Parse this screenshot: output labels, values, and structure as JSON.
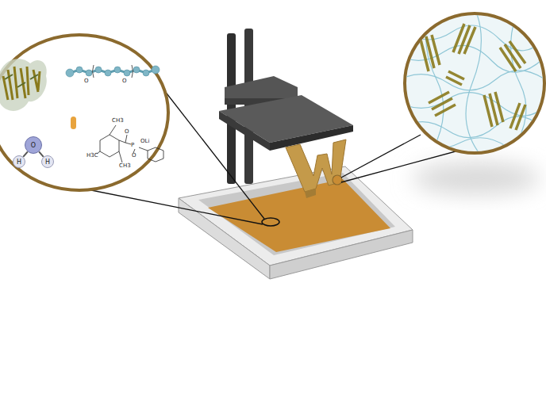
{
  "diagram": {
    "nodes": [
      {
        "text": [
          "O"
        ]
      },
      {
        "text": [
          "H"
        ]
      },
      {
        "text": [
          "H"
        ]
      }
    ],
    "edges": [
      {
        "from": 0,
        "to": 1,
        "arrow": "none"
      },
      {
        "from": 0,
        "to": 2,
        "arrow": "none"
      }
    ],
    "labels": [
      "O",
      "O",
      "CH3",
      "O",
      "P",
      "OLi",
      "H3C",
      "CH3",
      "O"
    ]
  }
}
